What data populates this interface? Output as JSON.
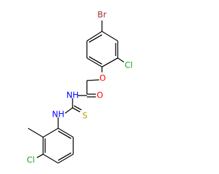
{
  "molecule": {
    "atom_labels": {
      "br": "Br",
      "cl_top": "Cl",
      "o_ether": "O",
      "o_carbonyl": "O",
      "nh_amide": "NH",
      "s_thio": "S",
      "nh_aryl": "NH",
      "cl_bottom": "Cl"
    },
    "colors": {
      "bond": "#000000",
      "bromine": "#a52a2a",
      "chlorine": "#1fa01f",
      "oxygen": "#ff0000",
      "nitrogen": "#0000ff",
      "sulfur": "#b8a400"
    }
  }
}
